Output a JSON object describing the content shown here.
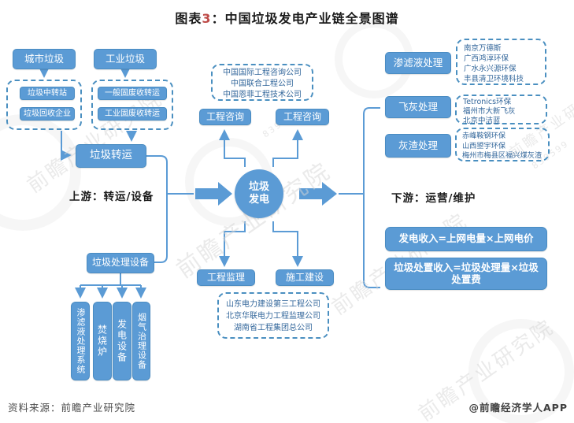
{
  "title": {
    "part1": "图表",
    "part2": "3",
    "part3": "：中国垃圾发电产业链全景图谱"
  },
  "upstream": {
    "section_label": "上游：转运/设备",
    "city_waste": "城市垃圾",
    "industrial_waste": "工业垃圾",
    "transfer_group": [
      "垃圾中转站",
      "垃圾回收企业"
    ],
    "solid_group": [
      "一般固废收转运",
      "工业固废收转运"
    ],
    "waste_transfer": "垃圾转运",
    "equipment_label": "垃圾处理设备",
    "equipment_items": [
      "渗滤液处理系统",
      "焚烧炉",
      "发电设备",
      "烟气治理设备"
    ]
  },
  "midstream": {
    "core_line1": "垃圾",
    "core_line2": "发电",
    "consult_companies": [
      "中国国际工程咨询公司",
      "中国联合工程公司",
      "中国恩菲工程技术公司"
    ],
    "consult_left": "工程咨询",
    "consult_right": "工程咨询",
    "supervision": "工程监理",
    "construction": "施工建设",
    "construction_companies": [
      "山东电力建设第三工程公司",
      "北京华联电力工程监理公司",
      "湖南省工程集团总公司"
    ]
  },
  "downstream": {
    "section_label": "下游：运营/维护",
    "leachate_label": "渗滤液处理",
    "leachate_companies": [
      "南京万德斯",
      "广西鸿淳环保",
      "广水永兴源环保",
      "丰县清卫环境科技"
    ],
    "flyash_label": "飞灰处理",
    "flyash_companies": [
      "Tetronics环保",
      "福州市大新飞灰",
      "北京中洁蓝"
    ],
    "ash_label": "灰渣处理",
    "ash_companies": [
      "赤峰鞍钢环保",
      "山西曌宇环保",
      "梅州市梅县区福兴煤灰渣"
    ],
    "revenue_power": "发电收入=上网电量×上网电价",
    "revenue_disposal": "垃圾处置收入=垃圾处理量×垃圾处置费"
  },
  "footer": {
    "source": "资料来源：前瞻产业研究院",
    "credit": "@前瞻经济学人APP"
  },
  "watermark": {
    "text": "前瞻产业研究院",
    "digits": "839599"
  },
  "colors": {
    "box_blue": "#5B9BD5",
    "line_blue": "#5B9BD5",
    "dash_border": "#4A8FC0",
    "company_text": "#33679B",
    "title_number": "#BE4B48"
  }
}
